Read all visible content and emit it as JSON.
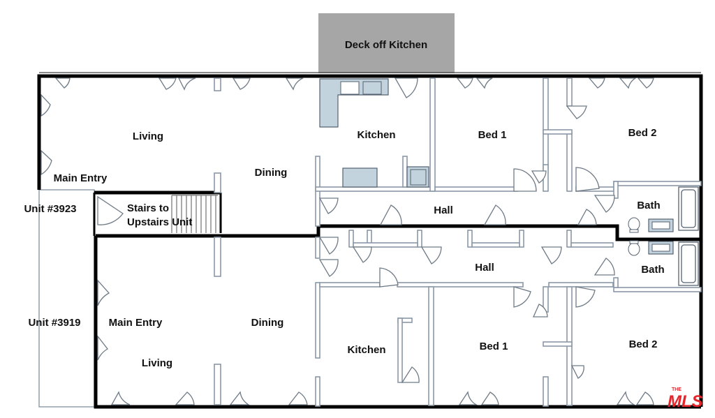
{
  "title": "",
  "labels": {
    "deck": "Deck off Kitchen",
    "upper": {
      "living": "Living",
      "dining": "Dining",
      "main_entry": "Main Entry",
      "kitchen": "Kitchen",
      "bed1": "Bed 1",
      "bed2": "Bed 2",
      "hall": "Hall",
      "bath": "Bath",
      "stairs_line1": "Stairs to",
      "stairs_line2": "Upstairs Unit"
    },
    "lower": {
      "main_entry": "Main Entry",
      "living": "Living",
      "dining": "Dining",
      "kitchen": "Kitchen",
      "bed1": "Bed 1",
      "bed2": "Bed 2",
      "hall": "Hall",
      "bath": "Bath"
    },
    "unit_3923": "Unit #3923",
    "unit_3919": "Unit #3919"
  },
  "logo": {
    "text": "THE MLS",
    "color": "#e8242b"
  },
  "colors": {
    "deck_fill": "#a6a6a6",
    "fixture_fill": "#c3d3de",
    "exterior_wall": "#000000",
    "interior_wall": "#8a98a6"
  }
}
